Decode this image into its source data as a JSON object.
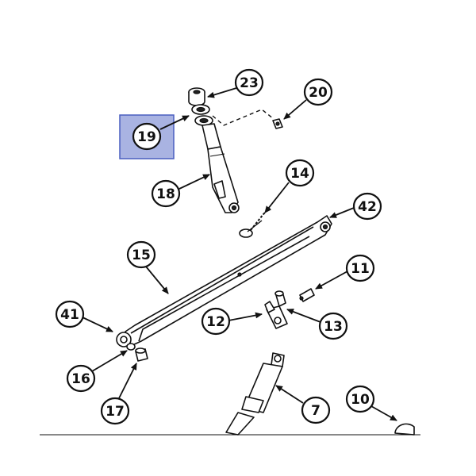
{
  "colors": {
    "highlight_fill": "#8c9ad8",
    "highlight_stroke": "#4a5ec0",
    "ink": "#111111"
  },
  "callouts": [
    {
      "id": "23",
      "label": "23"
    },
    {
      "id": "20",
      "label": "20"
    },
    {
      "id": "19",
      "label": "19",
      "highlighted": true
    },
    {
      "id": "18",
      "label": "18"
    },
    {
      "id": "14",
      "label": "14"
    },
    {
      "id": "42",
      "label": "42"
    },
    {
      "id": "15",
      "label": "15"
    },
    {
      "id": "11",
      "label": "11"
    },
    {
      "id": "41",
      "label": "41"
    },
    {
      "id": "12",
      "label": "12"
    },
    {
      "id": "13",
      "label": "13"
    },
    {
      "id": "16",
      "label": "16"
    },
    {
      "id": "17",
      "label": "17"
    },
    {
      "id": "7",
      "label": "7"
    },
    {
      "id": "10",
      "label": "10"
    }
  ]
}
